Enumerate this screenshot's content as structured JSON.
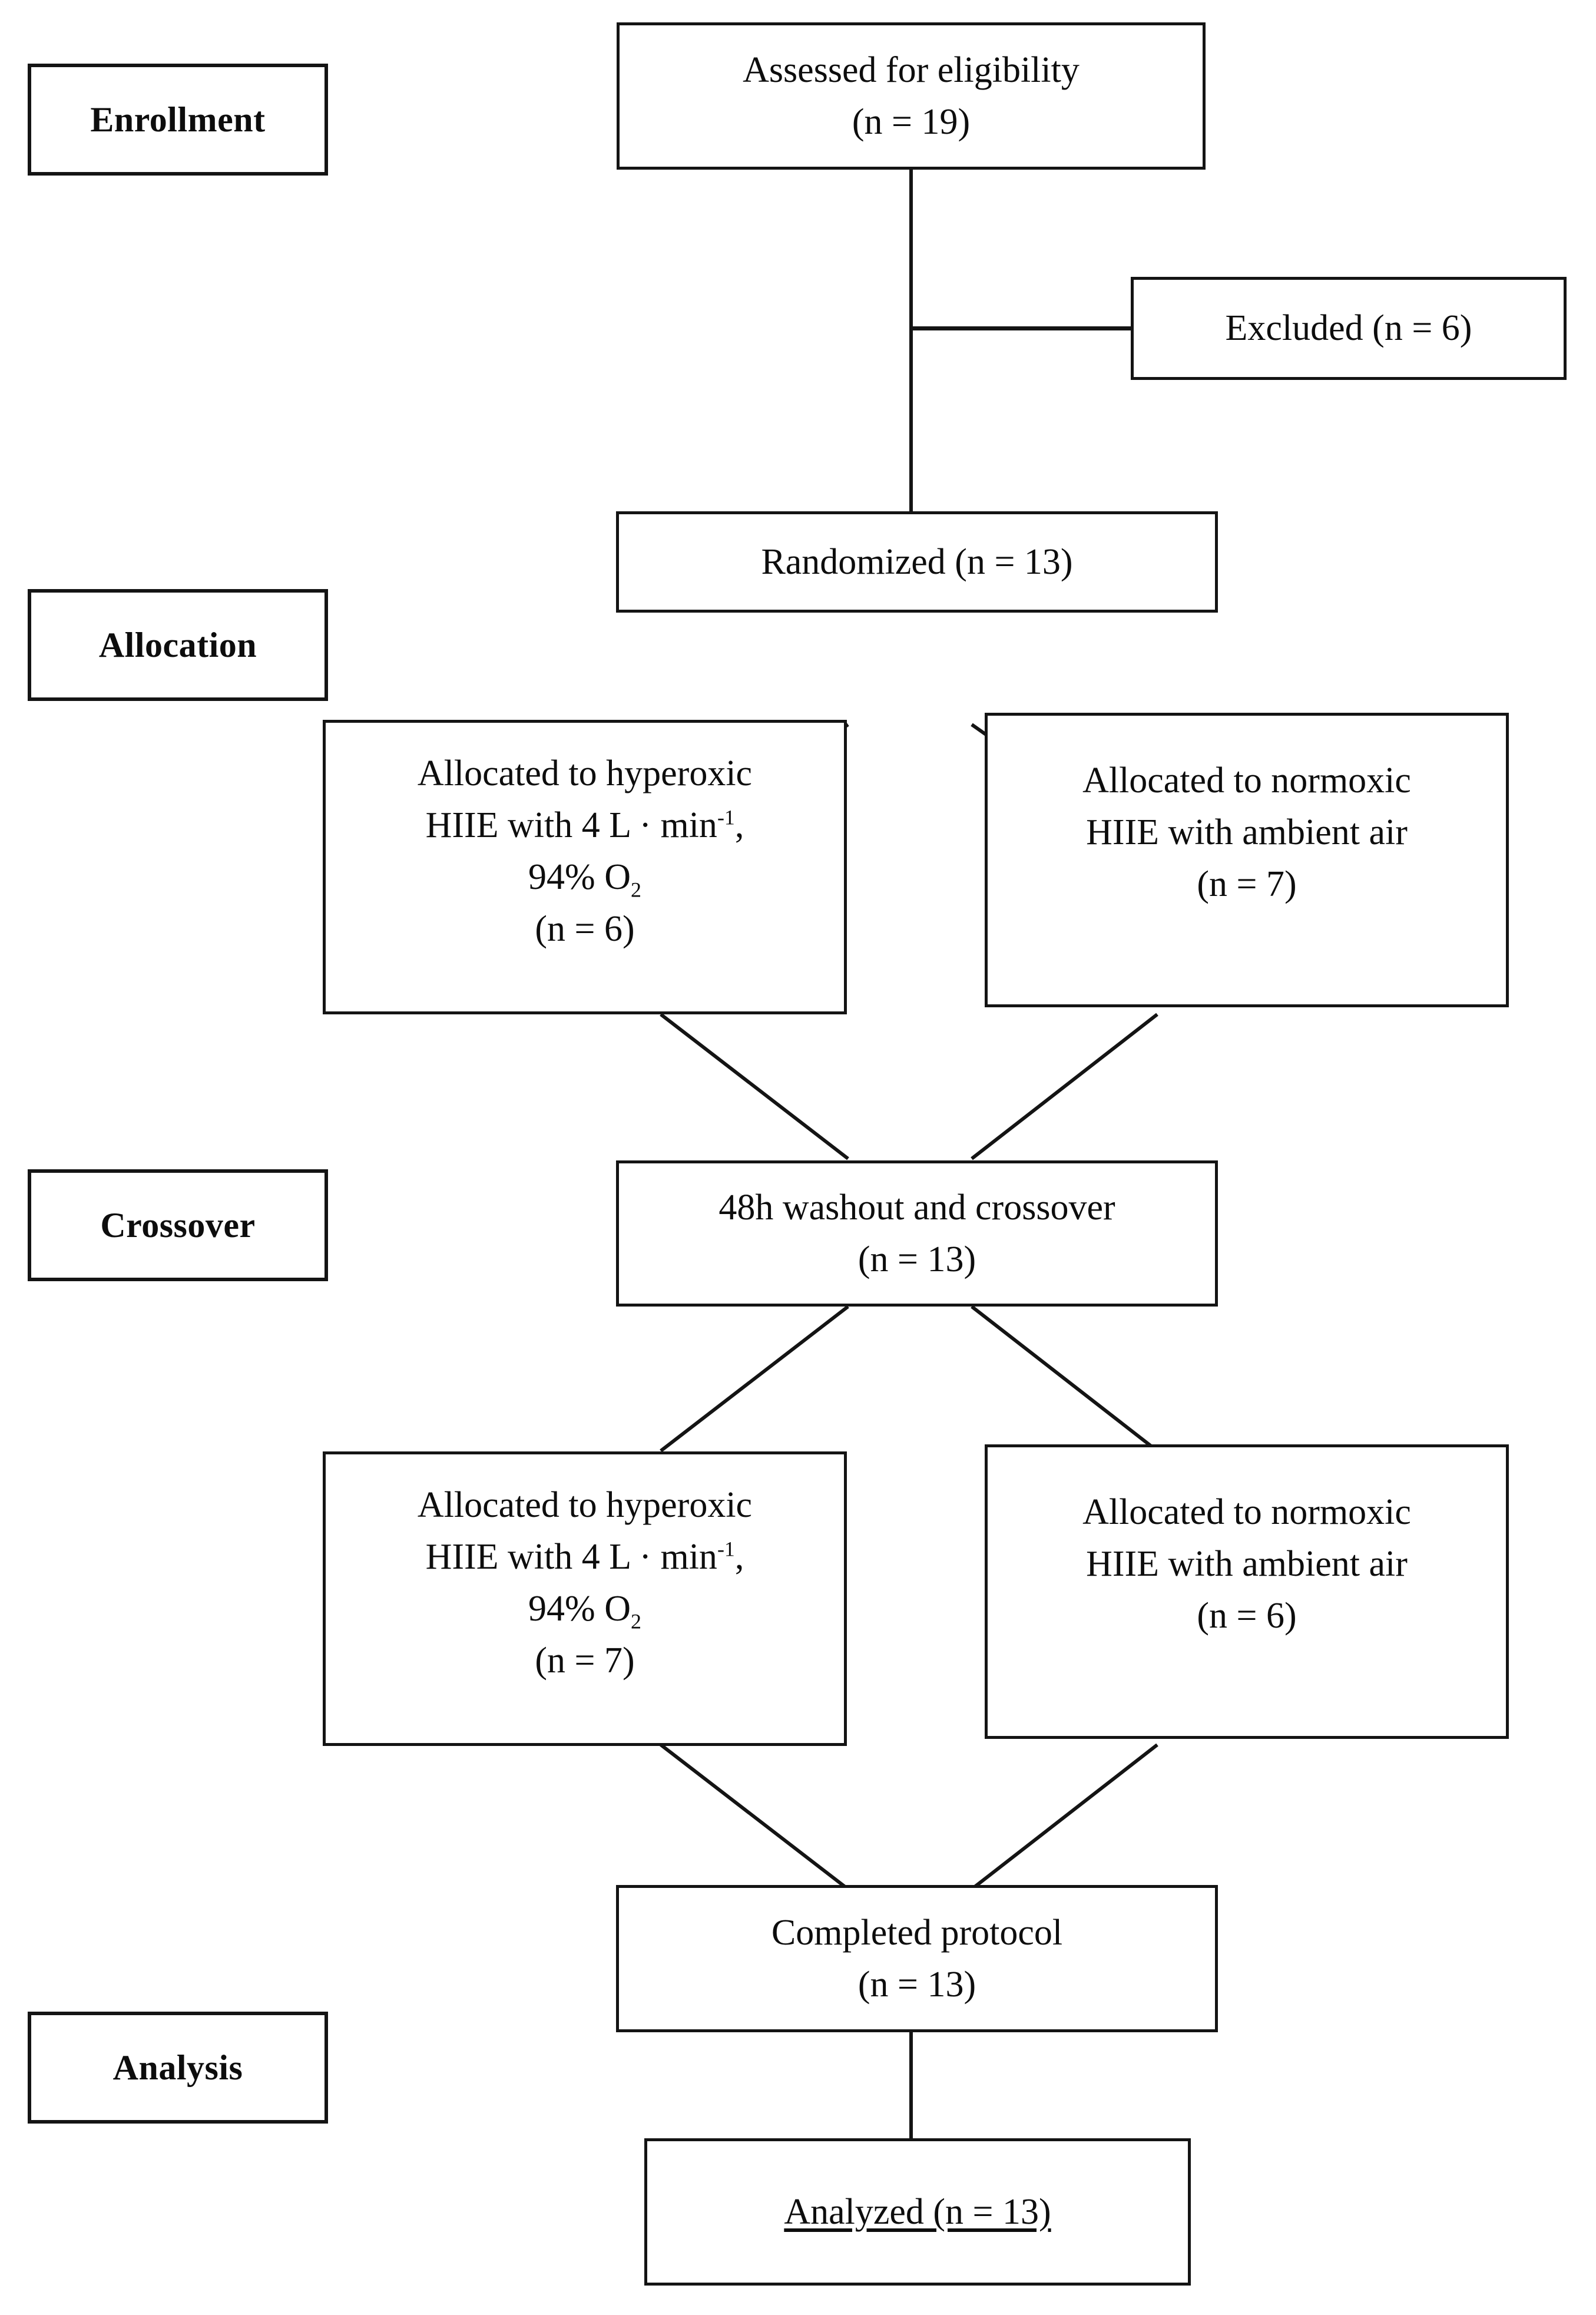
{
  "diagram": {
    "type": "consort-flow-diagram",
    "title": "CONSORT participant flow diagram"
  },
  "stages": [
    {
      "id": "enrollment",
      "label": "Enrollment"
    },
    {
      "id": "allocation",
      "label": "Allocation"
    },
    {
      "id": "crossover",
      "label": "Crossover"
    },
    {
      "id": "analysis",
      "label": "Analysis"
    }
  ],
  "nodes": {
    "assessed": {
      "line1": "Assessed for eligibility",
      "line2": "(n = 19)"
    },
    "excluded": {
      "line1": "Excluded (n = 6)"
    },
    "randomized": {
      "line1": "Randomized (n = 13)"
    },
    "alloc_hyperoxic_1": {
      "line1": "Allocated to hyperoxic",
      "line2_pre": "HIIE with 4 L · min",
      "line2_sup": "-1",
      "line2_post": ",",
      "line3_pre": "94% O",
      "line3_sub": "2",
      "line4": "(n = 6)"
    },
    "alloc_normoxic_1": {
      "line1": "Allocated to normoxic",
      "line2": "HIIE with ambient air",
      "line3": "(n = 7)"
    },
    "washout": {
      "line1": "48h washout and crossover",
      "line2": "(n = 13)"
    },
    "alloc_hyperoxic_2": {
      "line1": "Allocated to hyperoxic",
      "line2_pre": "HIIE with 4 L · min",
      "line2_sup": "-1",
      "line2_post": ",",
      "line3_pre": "94% O",
      "line3_sub": "2",
      "line4": "(n = 7)"
    },
    "alloc_normoxic_2": {
      "line1": "Allocated to normoxic",
      "line2": "HIIE with ambient air",
      "line3": "(n = 6)"
    },
    "completed": {
      "line1": "Completed protocol",
      "line2": "(n = 13)"
    },
    "analyzed": {
      "line1": "Analyzed (n = 13)"
    }
  },
  "colors": {
    "stroke": "#141414",
    "background": "#ffffff"
  }
}
